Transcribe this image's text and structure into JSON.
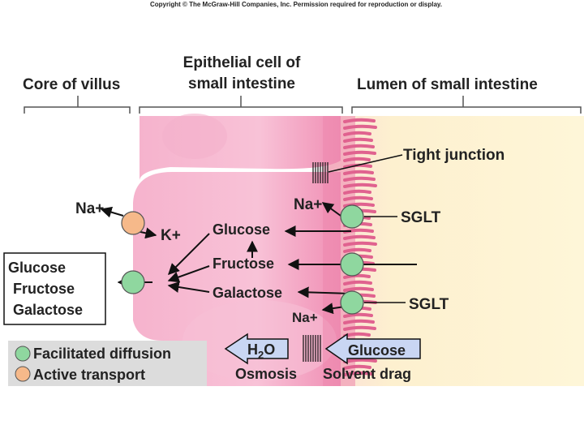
{
  "copyright": "Copyright © The McGraw-Hill Companies, Inc. Permission required for reproduction or display.",
  "regions": {
    "core": "Core of villus",
    "epithelial_line1": "Epithelial cell of",
    "epithelial_line2": "small intestine",
    "lumen": "Lumen of small intestine"
  },
  "labels": {
    "tight_junction": "Tight junction",
    "na_top": "Na+",
    "na_left": "Na+",
    "na_bottom": "Na+",
    "k": "K+",
    "sglt_top": "SGLT",
    "sglt_bottom": "SGLT",
    "glucose": "Glucose",
    "fructose": "Fructose",
    "galactose": "Galactose"
  },
  "blood_box": [
    "Glucose",
    "Fructose",
    "Galactose"
  ],
  "legend": {
    "facilitated": "Facilitated diffusion",
    "active": "Active transport"
  },
  "bottom": {
    "h2o_main": "H",
    "h2o_sub": "2",
    "h2o_end": "O",
    "glucose": "Glucose",
    "osmosis": "Osmosis",
    "solvent_drag": "Solvent drag"
  },
  "colors": {
    "cell": "#f4aac8",
    "cell_light": "#fbd2e2",
    "microvilli": "#e0628f",
    "lumen": "#fdf1c8",
    "core": "#ffffff",
    "facilitated": "#8fd79f",
    "active": "#f6b98a",
    "arrow_box": "#c9d6f3",
    "legend_bg": "#dcdcdc"
  }
}
